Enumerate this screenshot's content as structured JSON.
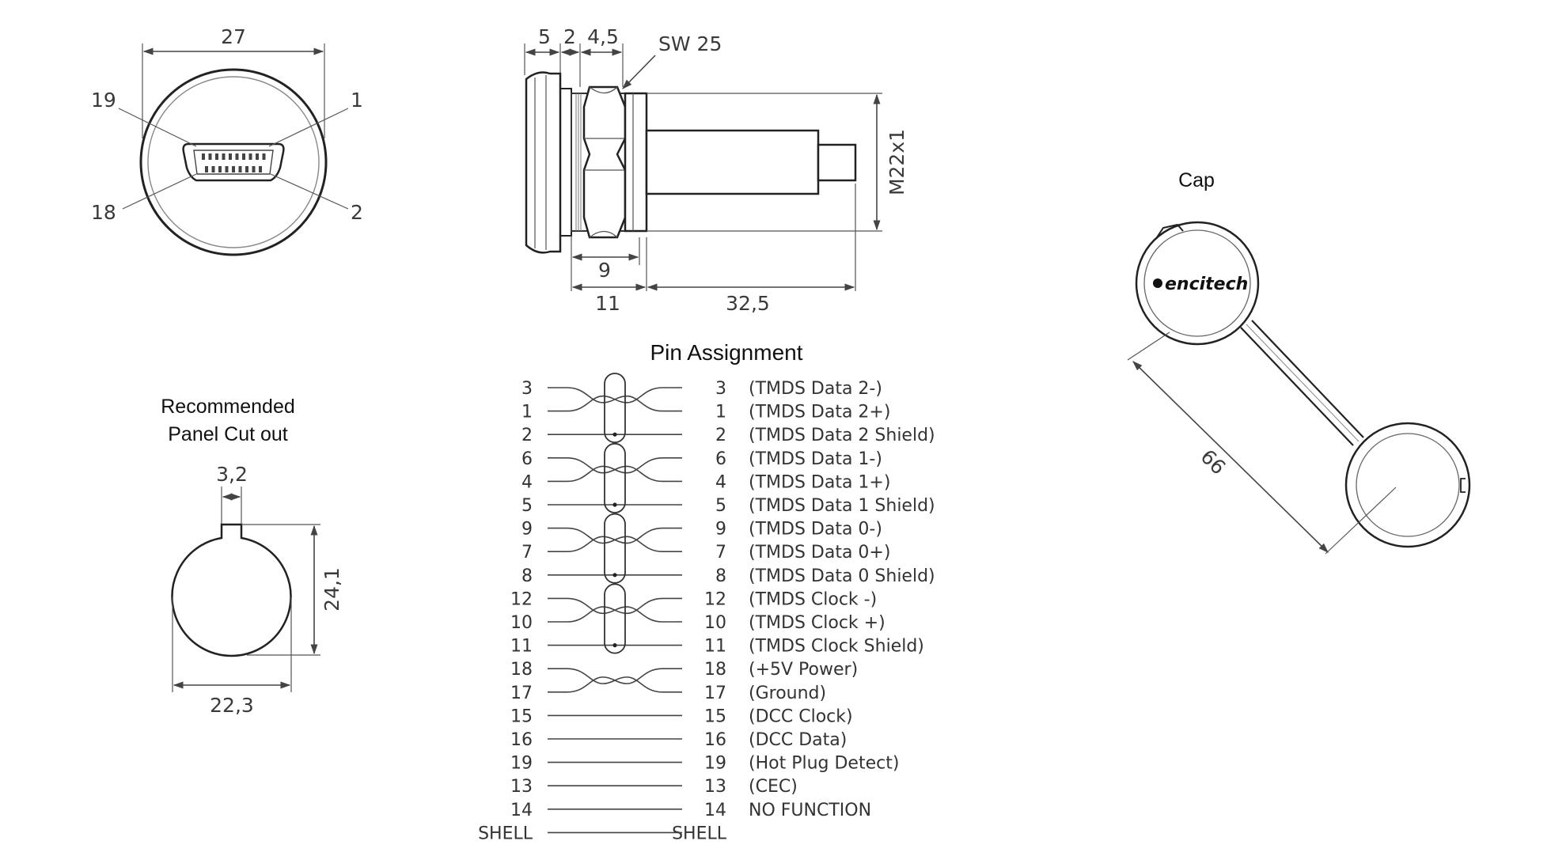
{
  "front_view": {
    "width_dim": "27",
    "pin_labels": {
      "top_left": "19",
      "top_right": "1",
      "bottom_left": "18",
      "bottom_right": "2"
    }
  },
  "side_view": {
    "dims_top": [
      "5",
      "2",
      "4,5"
    ],
    "wrench": "SW 25",
    "thread": "M22x1",
    "dim_9": "9",
    "dim_11": "11",
    "dim_32_5": "32,5"
  },
  "panel_cutout": {
    "title_line1": "Recommended",
    "title_line2": "Panel Cut out",
    "key_width": "3,2",
    "height": "24,1",
    "width": "22,3"
  },
  "cap": {
    "title": "Cap",
    "brand": "encitech",
    "length": "66"
  },
  "pin_assignment": {
    "title": "Pin Assignment",
    "rows": [
      {
        "left": "3",
        "right": "3",
        "desc": "(TMDS Data 2-)"
      },
      {
        "left": "1",
        "right": "1",
        "desc": "(TMDS Data 2+)"
      },
      {
        "left": "2",
        "right": "2",
        "desc": "(TMDS Data 2 Shield)"
      },
      {
        "left": "6",
        "right": "6",
        "desc": "(TMDS Data 1-)"
      },
      {
        "left": "4",
        "right": "4",
        "desc": "(TMDS Data 1+)"
      },
      {
        "left": "5",
        "right": "5",
        "desc": "(TMDS Data 1 Shield)"
      },
      {
        "left": "9",
        "right": "9",
        "desc": "(TMDS Data 0-)"
      },
      {
        "left": "7",
        "right": "7",
        "desc": "(TMDS Data 0+)"
      },
      {
        "left": "8",
        "right": "8",
        "desc": "(TMDS Data 0 Shield)"
      },
      {
        "left": "12",
        "right": "12",
        "desc": "(TMDS Clock -)"
      },
      {
        "left": "10",
        "right": "10",
        "desc": "(TMDS Clock +)"
      },
      {
        "left": "11",
        "right": "11",
        "desc": "(TMDS Clock Shield)"
      },
      {
        "left": "18",
        "right": "18",
        "desc": "(+5V Power)"
      },
      {
        "left": "17",
        "right": "17",
        "desc": "(Ground)"
      },
      {
        "left": "15",
        "right": "15",
        "desc": "(DCC Clock)"
      },
      {
        "left": "16",
        "right": "16",
        "desc": "(DCC Data)"
      },
      {
        "left": "19",
        "right": "19",
        "desc": "(Hot Plug Detect)"
      },
      {
        "left": "13",
        "right": "13",
        "desc": "(CEC)"
      },
      {
        "left": "14",
        "right": "14",
        "desc": "NO FUNCTION"
      },
      {
        "left": "SHELL",
        "right": "SHELL",
        "desc": ""
      }
    ],
    "twisted_groups": [
      {
        "shielded": true
      },
      {
        "shielded": true
      },
      {
        "shielded": true
      },
      {
        "shielded": true
      },
      {
        "shielded": false
      }
    ]
  }
}
